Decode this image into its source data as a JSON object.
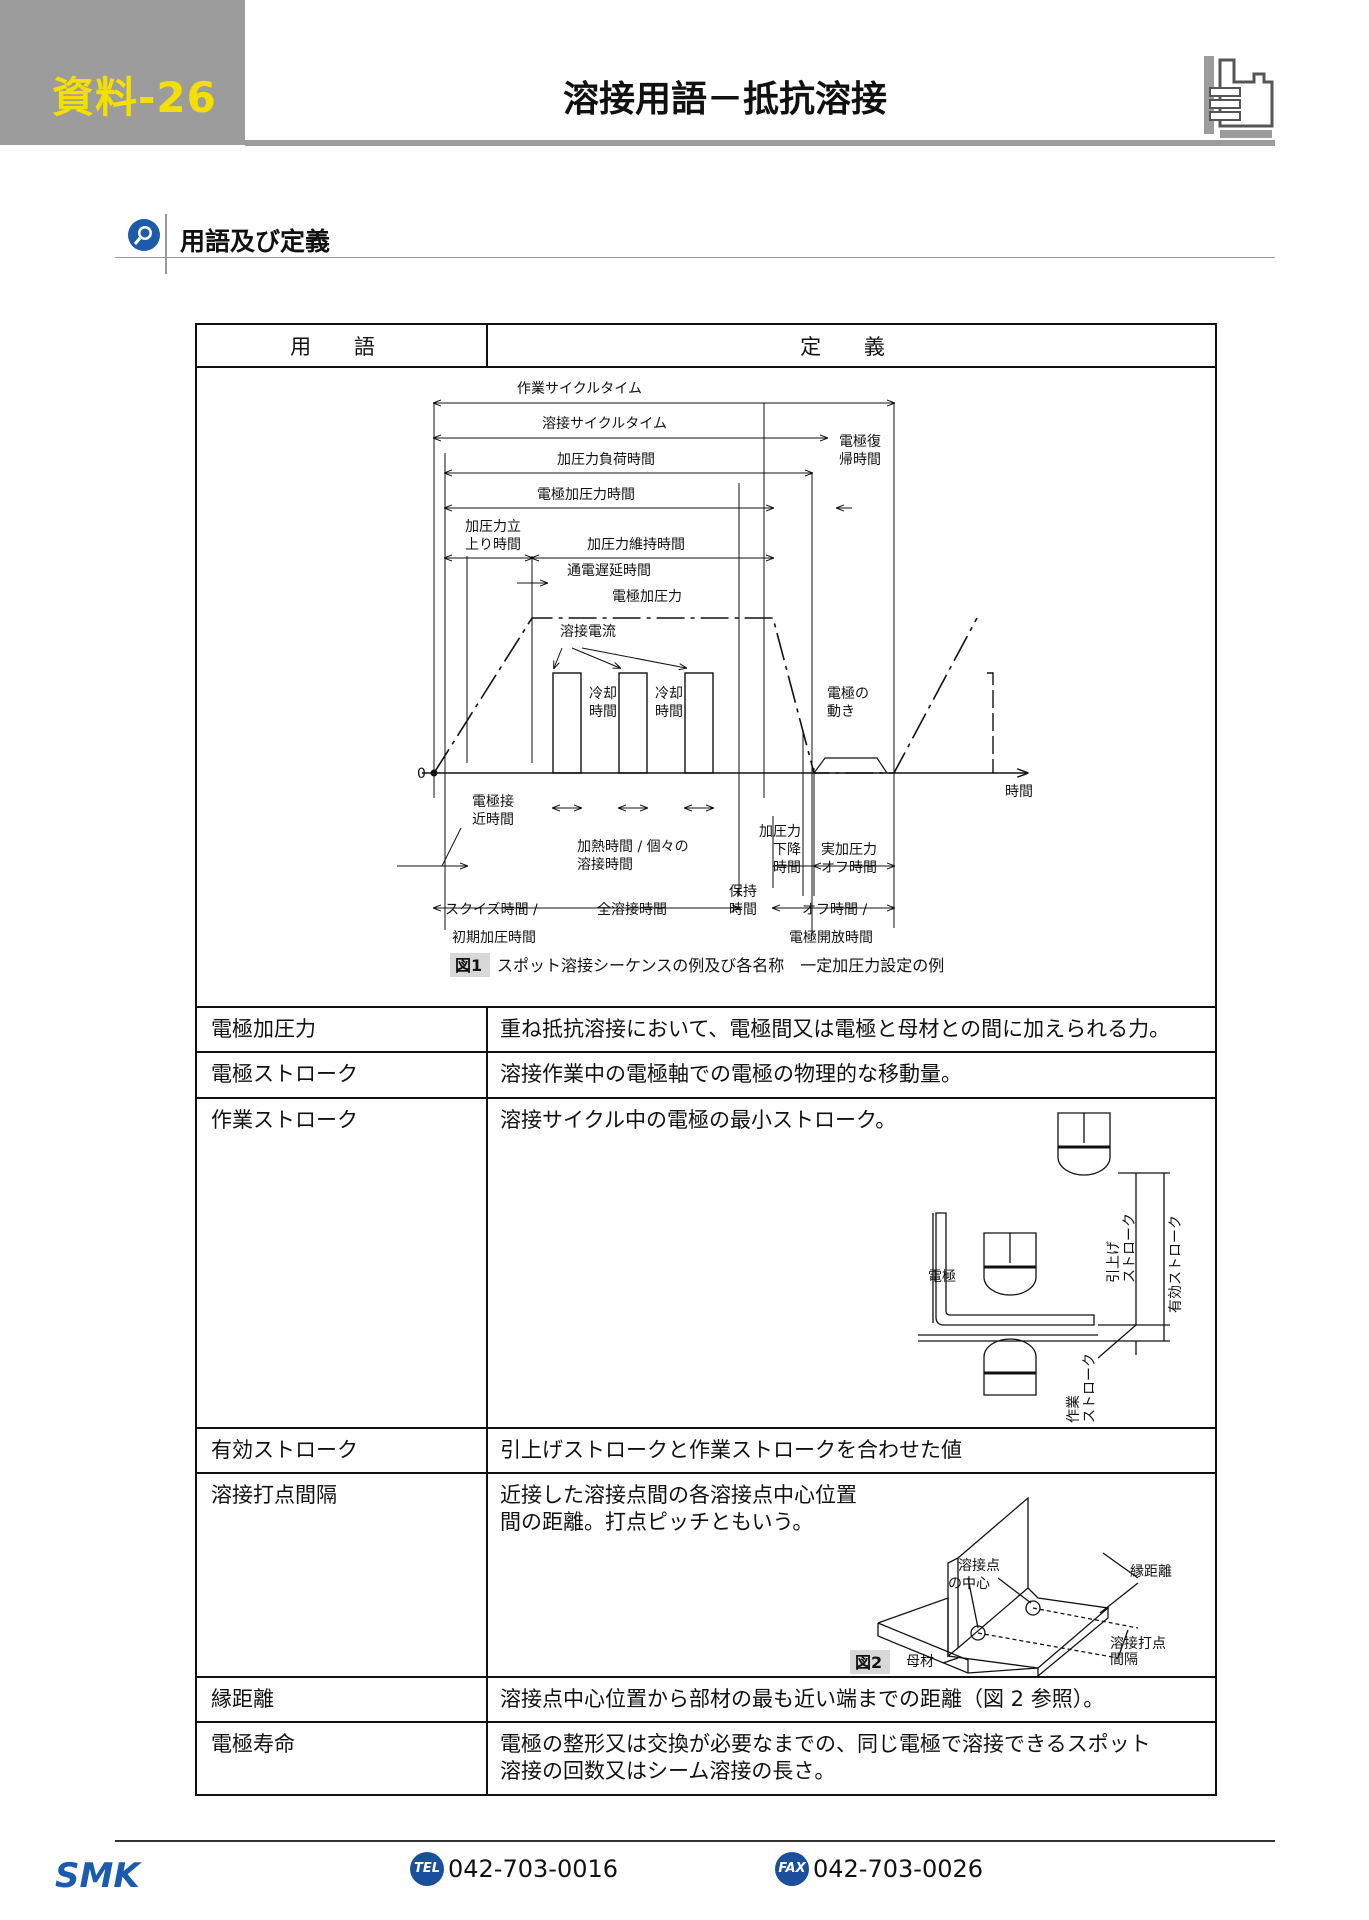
{
  "header": {
    "tab_label": "資料-26",
    "title": "溶接用語－抵抗溶接"
  },
  "section": {
    "title": "用語及び定義"
  },
  "table": {
    "head_term": "用 語",
    "head_def": "定 義",
    "rows": [
      {
        "term": "電極加圧力",
        "def": "重ね抵抗溶接において、電極間又は電極と母材との間に加えられる力。"
      },
      {
        "term": "電極ストローク",
        "def": "溶接作業中の電極軸での電極の物理的な移動量。"
      },
      {
        "term": "作業ストローク",
        "def": "溶接サイクル中の電極の最小ストローク。"
      },
      {
        "term": "有効ストローク",
        "def": "引上げストロークと作業ストロークを合わせた値"
      },
      {
        "term": "溶接打点間隔",
        "def": "近接した溶接点間の各溶接点中心位置",
        "def2": "間の距離。打点ピッチともいう。"
      },
      {
        "term": "縁距離",
        "def": "溶接点中心位置から部材の最も近い端までの距離（図 2 参照）。"
      },
      {
        "term": "電極寿命",
        "def": "電極の整形又は交換が必要なまでの、同じ電極で溶接できるスポット",
        "def2": "溶接の回数又はシーム溶接の長さ。"
      }
    ]
  },
  "figure1": {
    "labels": {
      "work_cycle": "作業サイクルタイム",
      "weld_cycle": "溶接サイクルタイム",
      "load_time": "加圧力負荷時間",
      "electrode_force_time": "電極加圧力時間",
      "return_1": "電極復",
      "return_2": "帰時間",
      "rise_1": "加圧力立",
      "rise_2": "上り時間",
      "hold_time": "加圧力維持時間",
      "delay": "通電遅延時間",
      "electrode_force": "電極加圧力",
      "weld_current": "溶接電流",
      "cool_1": "冷却",
      "cool_2": "時間",
      "motion_1": "電極の",
      "motion_2": "動き",
      "zero": "0",
      "time": "時間",
      "approach_1": "電極接",
      "approach_2": "近時間",
      "heat_1": "加熱時間 / 個々の",
      "heat_2": "溶接時間",
      "fall_1": "加圧力",
      "fall_2": "下降",
      "fall_3": "時間",
      "off_1": "実加圧力",
      "off_2": "オフ時間",
      "keep_1": "保持",
      "keep_2": "時間",
      "squeeze_1": "スクイズ時間 /",
      "squeeze_2": "初期加圧時間",
      "total_weld": "全溶接時間",
      "offtime_1": "オフ時間 /",
      "offtime_2": "電極開放時間"
    },
    "caption_tag": "図1",
    "caption": "スポット溶接シーケンスの例及び各名称　一定加圧力設定の例"
  },
  "figure_stroke": {
    "electrode": "電極",
    "lift_stroke_1": "引上げ",
    "lift_stroke_2": "ストローク",
    "effective_stroke": "有効ストローク",
    "work_stroke_1": "作業",
    "work_stroke_2": "ストローク"
  },
  "figure2": {
    "center_1": "溶接点",
    "center_2": "の中心",
    "edge": "縁距離",
    "pitch_1": "溶接打点",
    "pitch_2": "間隔",
    "base": "母材",
    "tag": "図2"
  },
  "footer": {
    "logo": "SMK",
    "tel_badge": "TEL",
    "tel": "042-703-0016",
    "fax_badge": "FAX",
    "fax": "042-703-0026"
  }
}
